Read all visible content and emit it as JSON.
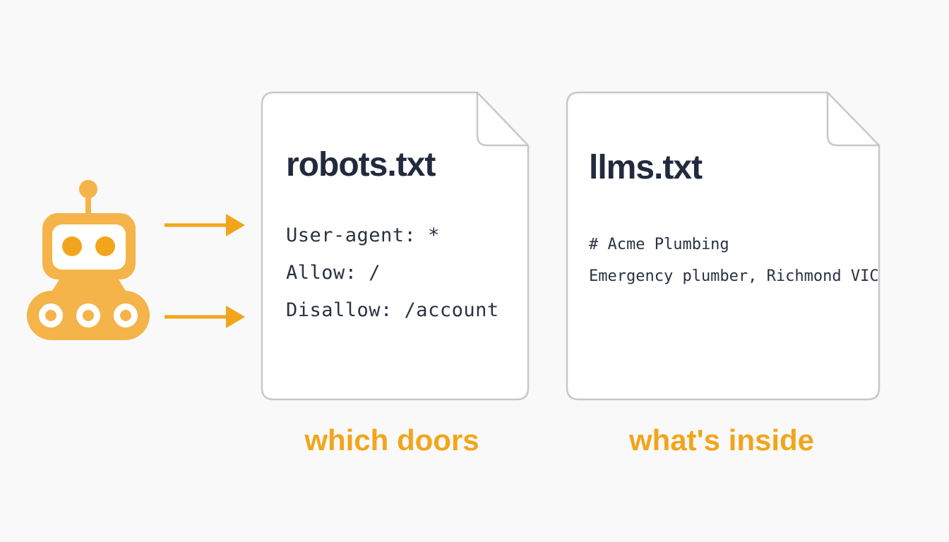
{
  "colors": {
    "accent": "#f2a51c",
    "robot": "#f4b44a",
    "text_dark": "#222b3d",
    "doc_border": "#c8c8c8",
    "background": "#f9f9f9"
  },
  "robot": {
    "icon": "robot-icon"
  },
  "arrows": {
    "icon": "right-arrow-icon"
  },
  "robots_doc": {
    "title": "robots.txt",
    "lines": [
      "User-agent: *",
      "Allow: /",
      "Disallow: /account"
    ],
    "caption": "which doors"
  },
  "llms_doc": {
    "title": "llms.txt",
    "lines": [
      "# Acme Plumbing",
      "Emergency plumber, Richmond VIC"
    ],
    "caption": "what's inside"
  }
}
